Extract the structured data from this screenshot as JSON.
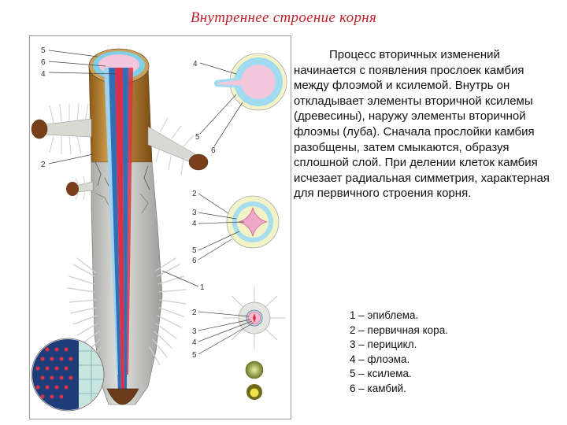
{
  "title": "Внутреннее строение корня",
  "description": "Процесс вторичных изменений начинается с появления прослоек камбия между флоэмой и ксилемой. Внутрь он откладывает элементы вторичной ксилемы (древесины), наружу элементы вторичной флоэмы (луба). Сначала прослойки камбия разобщены, затем смыкаются, образуя сплошной слой. При делении клеток камбия исчезает радиальная симметрия, характерная для первичного строения корня.",
  "legend": [
    "1 – эпиблема.",
    "2 – первичная кора.",
    "3 – перицикл.",
    "4 – флоэма.",
    "5 – ксилема.",
    "6 – камбий."
  ],
  "diagram_labels": {
    "main_5": "5",
    "main_6": "6",
    "main_4": "4",
    "main_2": "2",
    "c1_4": "4",
    "c1_5": "5",
    "c1_6": "6",
    "c2_2": "2",
    "c2_3": "3",
    "c2_4": "4",
    "c2_5": "5",
    "c2_6": "6",
    "c3_1": "1",
    "c3_2": "2",
    "c3_3": "3",
    "c3_4": "4",
    "c3_5": "5"
  },
  "colors": {
    "title": "#c0212a",
    "cork": "#b8862f",
    "cambium_ring": "#7ecfe8",
    "xylem": "#f3c6dc",
    "phloem_red": "#d8324a",
    "vascular_blue": "#2f6fb8",
    "cortex_grey": "#cfd0cb"
  }
}
